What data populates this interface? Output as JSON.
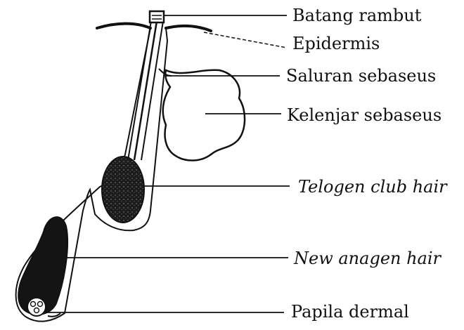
{
  "labels": {
    "hair_shaft": "Batang rambut",
    "epidermis": "Epidermis",
    "sebaceous_duct": "Saluran sebaseus",
    "sebaceous_gland": "Kelenjar sebaseus",
    "telogen_club_hair": "Telogen club hair",
    "new_anagen_hair": "New anagen hair",
    "dermal_papilla": "Papila dermal"
  },
  "colors": {
    "ink": "#111111",
    "bulb_fill": "#1a1a1a",
    "background": "#ffffff"
  }
}
